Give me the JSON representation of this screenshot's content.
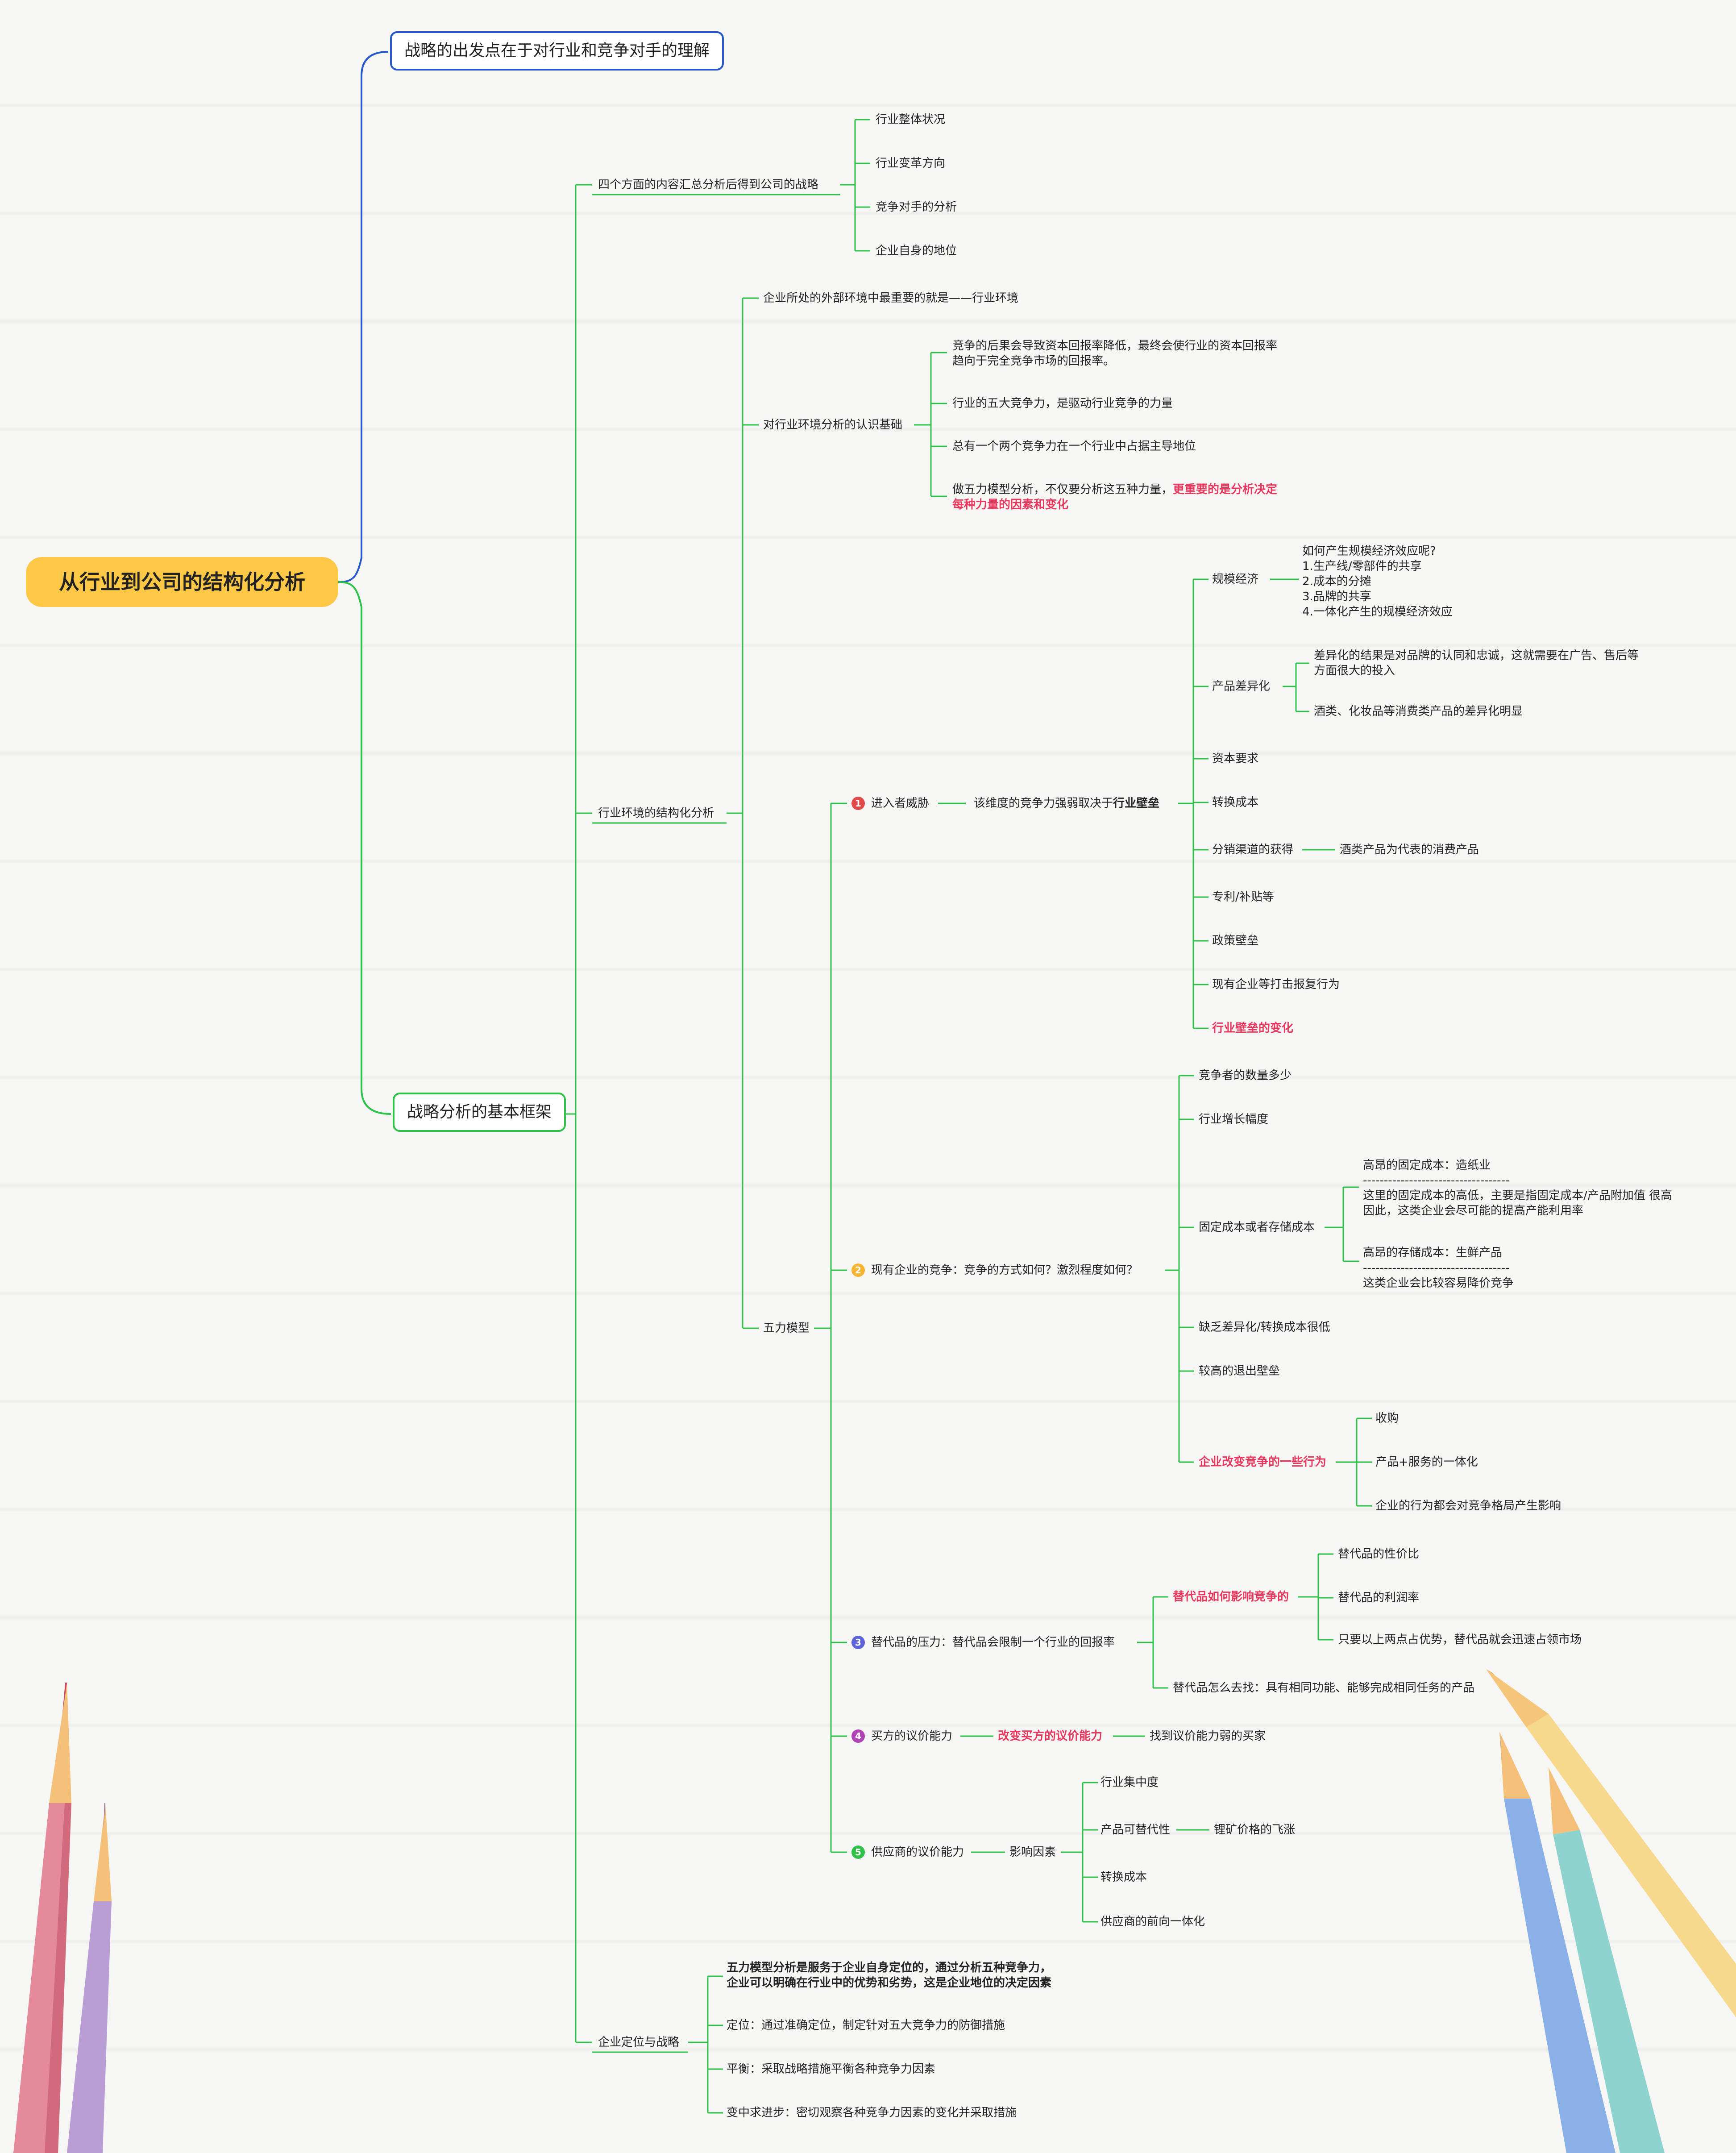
{
  "root": "从行业到公司的结构化分析",
  "branch1": "战略的出发点在于对行业和竞争对手的理解",
  "branch2": "战略分析的基本框架",
  "four_aspects": {
    "label": "四个方面的内容汇总分析后得到公司的战略",
    "items": [
      "行业整体状况",
      "行业变革方向",
      "竞争对手的分析",
      "企业自身的地位"
    ]
  },
  "industry": {
    "label": "行业环境的结构化分析",
    "external": "企业所处的外部环境中最重要的就是——行业环境",
    "basis": {
      "label": "对行业环境分析的认识基础",
      "items": [
        "竞争的后果会导致资本回报率降低，最终会使行业的资本回报率",
        "趋向于完全竞争市场的回报率。",
        "行业的五大竞争力，是驱动行业竞争的力量",
        "总有一个两个竞争力在一个行业中占据主导地位",
        "做五力模型分析，不仅要分析这五种力量，",
        "更重要的是分析决定",
        "每种力量的因素和变化"
      ]
    },
    "five_forces": {
      "label": "五力模型",
      "f1": {
        "num": "1",
        "label": "进入者威胁",
        "desc_a": "该维度的竞争力强弱取决于",
        "desc_b": "行业壁垒",
        "barriers": {
          "scale": "规模经济",
          "scale_detail": [
            "如何产生规模经济效应呢?",
            "1.生产线/零部件的共享",
            "2.成本的分摊",
            "3.品牌的共享",
            "4.一体化产生的规模经济效应"
          ],
          "diff": "产品差异化",
          "diff_detail": [
            "差异化的结果是对品牌的认同和忠诚，这就需要在广告、售后等",
            "方面很大的投入",
            "酒类、化妆品等消费类产品的差异化明显"
          ],
          "capital": "资本要求",
          "switch": "转换成本",
          "channel": "分销渠道的获得",
          "channel_detail": "酒类产品为代表的消费产品",
          "patent": "专利/补贴等",
          "policy": "政策壁垒",
          "retaliation": "现有企业等打击报复行为",
          "change": "行业壁垒的变化"
        }
      },
      "f2": {
        "num": "2",
        "label": "现有企业的竞争：竞争的方式如何？激烈程度如何？",
        "items": {
          "count": "竞争者的数量多少",
          "growth": "行业增长幅度",
          "cost": "固定成本或者存储成本",
          "cost_detail": [
            "高昂的固定成本：造纸业",
            "-----------------------------------",
            "这里的固定成本的高低，主要是指固定成本/产品附加值  很高",
            "因此，这类企业会尽可能的提高产能利用率",
            "高昂的存储成本：生鲜产品",
            "-----------------------------------",
            "这类企业会比较容易降价竞争"
          ],
          "lack": "缺乏差异化/转换成本很低",
          "exit": "较高的退出壁垒",
          "actions": "企业改变竞争的一些行为",
          "actions_detail": [
            "收购",
            "产品+服务的一体化",
            "企业的行为都会对竞争格局产生影响"
          ]
        }
      },
      "f3": {
        "num": "3",
        "label": "替代品的压力：替代品会限制一个行业的回报率",
        "how": "替代品如何影响竞争的",
        "how_detail": [
          "替代品的性价比",
          "替代品的利润率",
          "只要以上两点占优势，替代品就会迅速占领市场"
        ],
        "find": "替代品怎么去找：具有相同功能、能够完成相同任务的产品"
      },
      "f4": {
        "num": "4",
        "label": "买方的议价能力",
        "change": "改变买方的议价能力",
        "find": "找到议价能力弱的买家"
      },
      "f5": {
        "num": "5",
        "label": "供应商的议价能力",
        "factor": "影响因素",
        "items": [
          "行业集中度",
          "产品可替代性",
          "锂矿价格的飞涨",
          "转换成本",
          "供应商的前向一体化"
        ]
      }
    }
  },
  "positioning": {
    "label": "企业定位与战略",
    "items": [
      "五力模型分析是服务于企业自身定位的，通过分析五种竞争力，",
      "企业可以明确在行业中的优势和劣势，这是企业地位的决定因素",
      "定位：通过准确定位，制定针对五大竞争力的防御措施",
      "平衡：采取战略措施平衡各种竞争力因素",
      "变中求进步：密切观察各种竞争力因素的变化并采取措施"
    ]
  },
  "colors": {
    "blue_line": "#2658c9",
    "green_line": "#2ec24a",
    "root_fill": "#fcc845",
    "highlight": "#e8365d",
    "num1": "#e24a4a",
    "num2": "#f5b533",
    "num3": "#5a64d8",
    "num4": "#b145b8",
    "num5": "#2ec24a"
  }
}
